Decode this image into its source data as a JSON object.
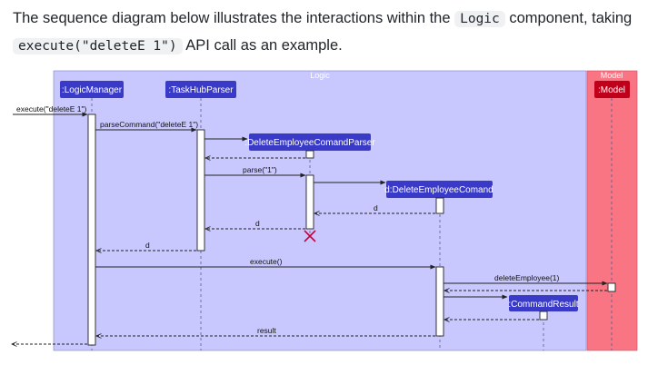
{
  "intro": {
    "before": "The sequence diagram below illustrates the interactions within the ",
    "component": "Logic",
    "middle": " component, taking ",
    "call": "execute(\"deleteE 1\")",
    "after": " API call as an example."
  },
  "diagram": {
    "frames": {
      "logic": "Logic",
      "model": "Model"
    },
    "participants": {
      "logic_manager": ":LogicManager",
      "parser": ":TaskHubParser",
      "cmd_parser": ":DeleteEmployeeComandParser",
      "command": "d:DeleteEmployeeComand",
      "command_result": ":CommandResult",
      "model": ":Model"
    },
    "messages": {
      "execute_in": "execute(\"deleteE 1\")",
      "parse_command": "parseCommand(\"deleteE 1\")",
      "parse": "parse(\"1\")",
      "ret_d_1": "d",
      "ret_d_2": "d",
      "ret_d_3": "d",
      "execute": "execute()",
      "delete_employee": "deleteEmployee(1)",
      "result": "result"
    },
    "colors": {
      "logic_frame": "#c8c8ff",
      "model_frame": "#f97583",
      "participant": "#3a3ac9",
      "model_participant": "#c0001a",
      "destroy": "#c8003a"
    }
  }
}
